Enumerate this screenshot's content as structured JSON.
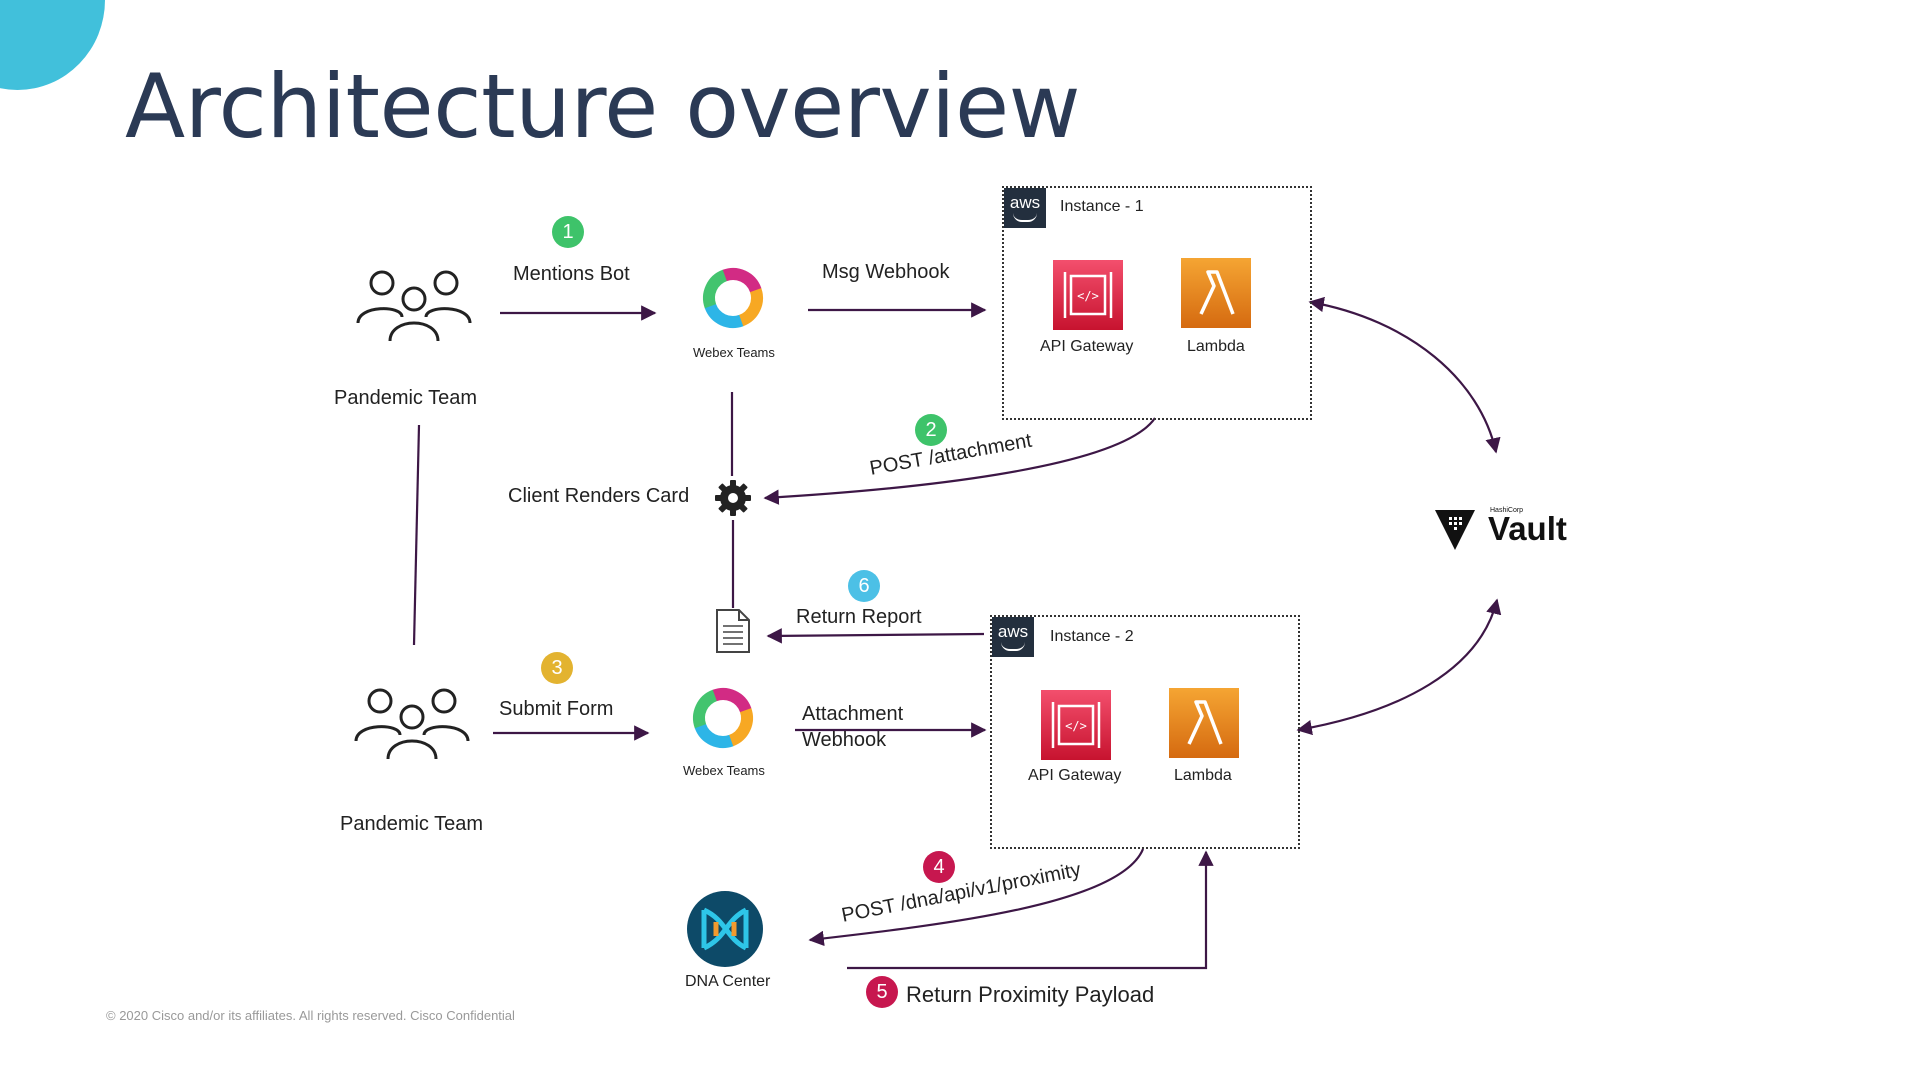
{
  "title": "Architecture overview",
  "footer": "© 2020  Cisco and/or its affiliates. All rights reserved. Cisco Confidential",
  "colors": {
    "accent_circle": "#41c0db",
    "title": "#2b3a55",
    "arrow": "#3d1746",
    "badge_green": "#3ec36a",
    "badge_blue": "#4cc0e6",
    "badge_yellow": "#e3b330",
    "badge_red": "#c7174f"
  },
  "actors": {
    "team_top": "Pandemic Team",
    "team_bottom": "Pandemic Team"
  },
  "services": {
    "webex_top": "Webex Teams",
    "webex_bottom": "Webex Teams",
    "dna_center": "DNA Center",
    "vault": "Vault",
    "vault_brand": "HashiCorp"
  },
  "instances": [
    {
      "aws_label": "aws",
      "name": "Instance - 1",
      "api_label": "API Gateway",
      "lambda_label": "Lambda"
    },
    {
      "aws_label": "aws",
      "name": "Instance - 2",
      "api_label": "API Gateway",
      "lambda_label": "Lambda"
    }
  ],
  "flows": {
    "mentions_bot": "Mentions Bot",
    "msg_webhook": "Msg Webhook",
    "post_attachment": "POST /attachment",
    "client_renders_card": "Client Renders Card",
    "return_report": "Return Report",
    "submit_form": "Submit Form",
    "attachment_webhook_1": "Attachment",
    "attachment_webhook_2": "Webhook",
    "post_proximity": "POST /dna/api/v1/proximity",
    "return_proximity": "Return Proximity Payload"
  },
  "steps": [
    "1",
    "2",
    "3",
    "4",
    "5",
    "6"
  ],
  "icons": [
    "team-icon",
    "webex-teams-icon",
    "gear-icon",
    "document-icon",
    "api-gateway-icon",
    "lambda-icon",
    "aws-logo",
    "vault-logo",
    "dna-center-icon"
  ]
}
